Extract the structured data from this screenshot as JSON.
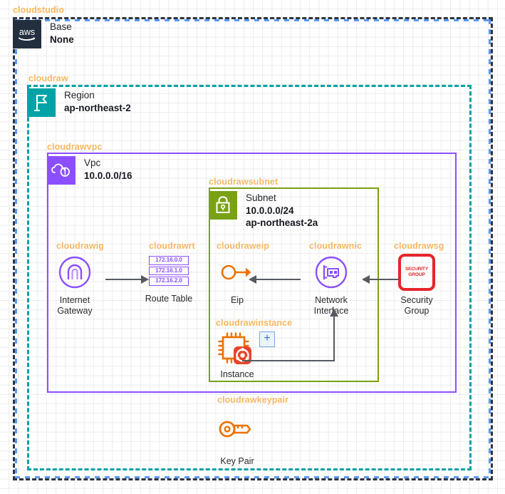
{
  "groups": [
    {
      "key": "studio",
      "tag": "cloudstudio"
    },
    {
      "key": "region",
      "tag": "cloudraw"
    },
    {
      "key": "vpc",
      "tag": "cloudrawvpc"
    },
    {
      "key": "subnet",
      "tag": "cloudrawsubnet"
    }
  ],
  "headers": {
    "base": {
      "icon": "aws-logo-icon",
      "title": "Base",
      "value": "None"
    },
    "region": {
      "icon": "region-flag-icon",
      "title": "Region",
      "value": "ap-northeast-2"
    },
    "vpc": {
      "icon": "vpc-cloud-icon",
      "title": "Vpc",
      "value": "10.0.0.0/16"
    },
    "subnet": {
      "icon": "subnet-lock-icon",
      "title": "Subnet",
      "value": "10.0.0.0/24",
      "value2": "ap-northeast-2a"
    }
  },
  "nodes": {
    "igw": {
      "tag": "cloudrawig",
      "icon": "internet-gateway-icon",
      "caption": "Internet\nGateway"
    },
    "rt": {
      "tag": "cloudrawrt",
      "icon": "route-table-icon",
      "caption": "Route Table",
      "routes": [
        "172.16.0.0",
        "172.16.1.0",
        "172.16.2.0"
      ]
    },
    "eip": {
      "tag": "cloudraweip",
      "icon": "elastic-ip-icon",
      "caption": "Eip"
    },
    "nic": {
      "tag": "cloudrawnic",
      "icon": "network-interface-icon",
      "caption": "Network\nInterface"
    },
    "sg": {
      "tag": "cloudrawsg",
      "icon": "security-group-icon",
      "caption": "Security\nGroup",
      "badge_line1": "SECURITY",
      "badge_line2": "GROUP"
    },
    "instance": {
      "tag": "cloudrawinstance",
      "icon": "ec2-instance-icon",
      "caption": "Instance",
      "add_badge": "+"
    },
    "keypair": {
      "tag": "cloudrawkeypair",
      "icon": "key-pair-icon",
      "caption": "Key Pair"
    }
  },
  "colors": {
    "tag": "#f7b964",
    "aws_navy": "#232f3e",
    "region_teal": "#00a4a6",
    "vpc_purple": "#8c4fff",
    "subnet_green": "#7aa116",
    "orange": "#ed7100",
    "red": "#e7242b",
    "connector": "#555a60",
    "studio_blue": "#5b9bf5",
    "studio_dark": "#2d3440"
  }
}
